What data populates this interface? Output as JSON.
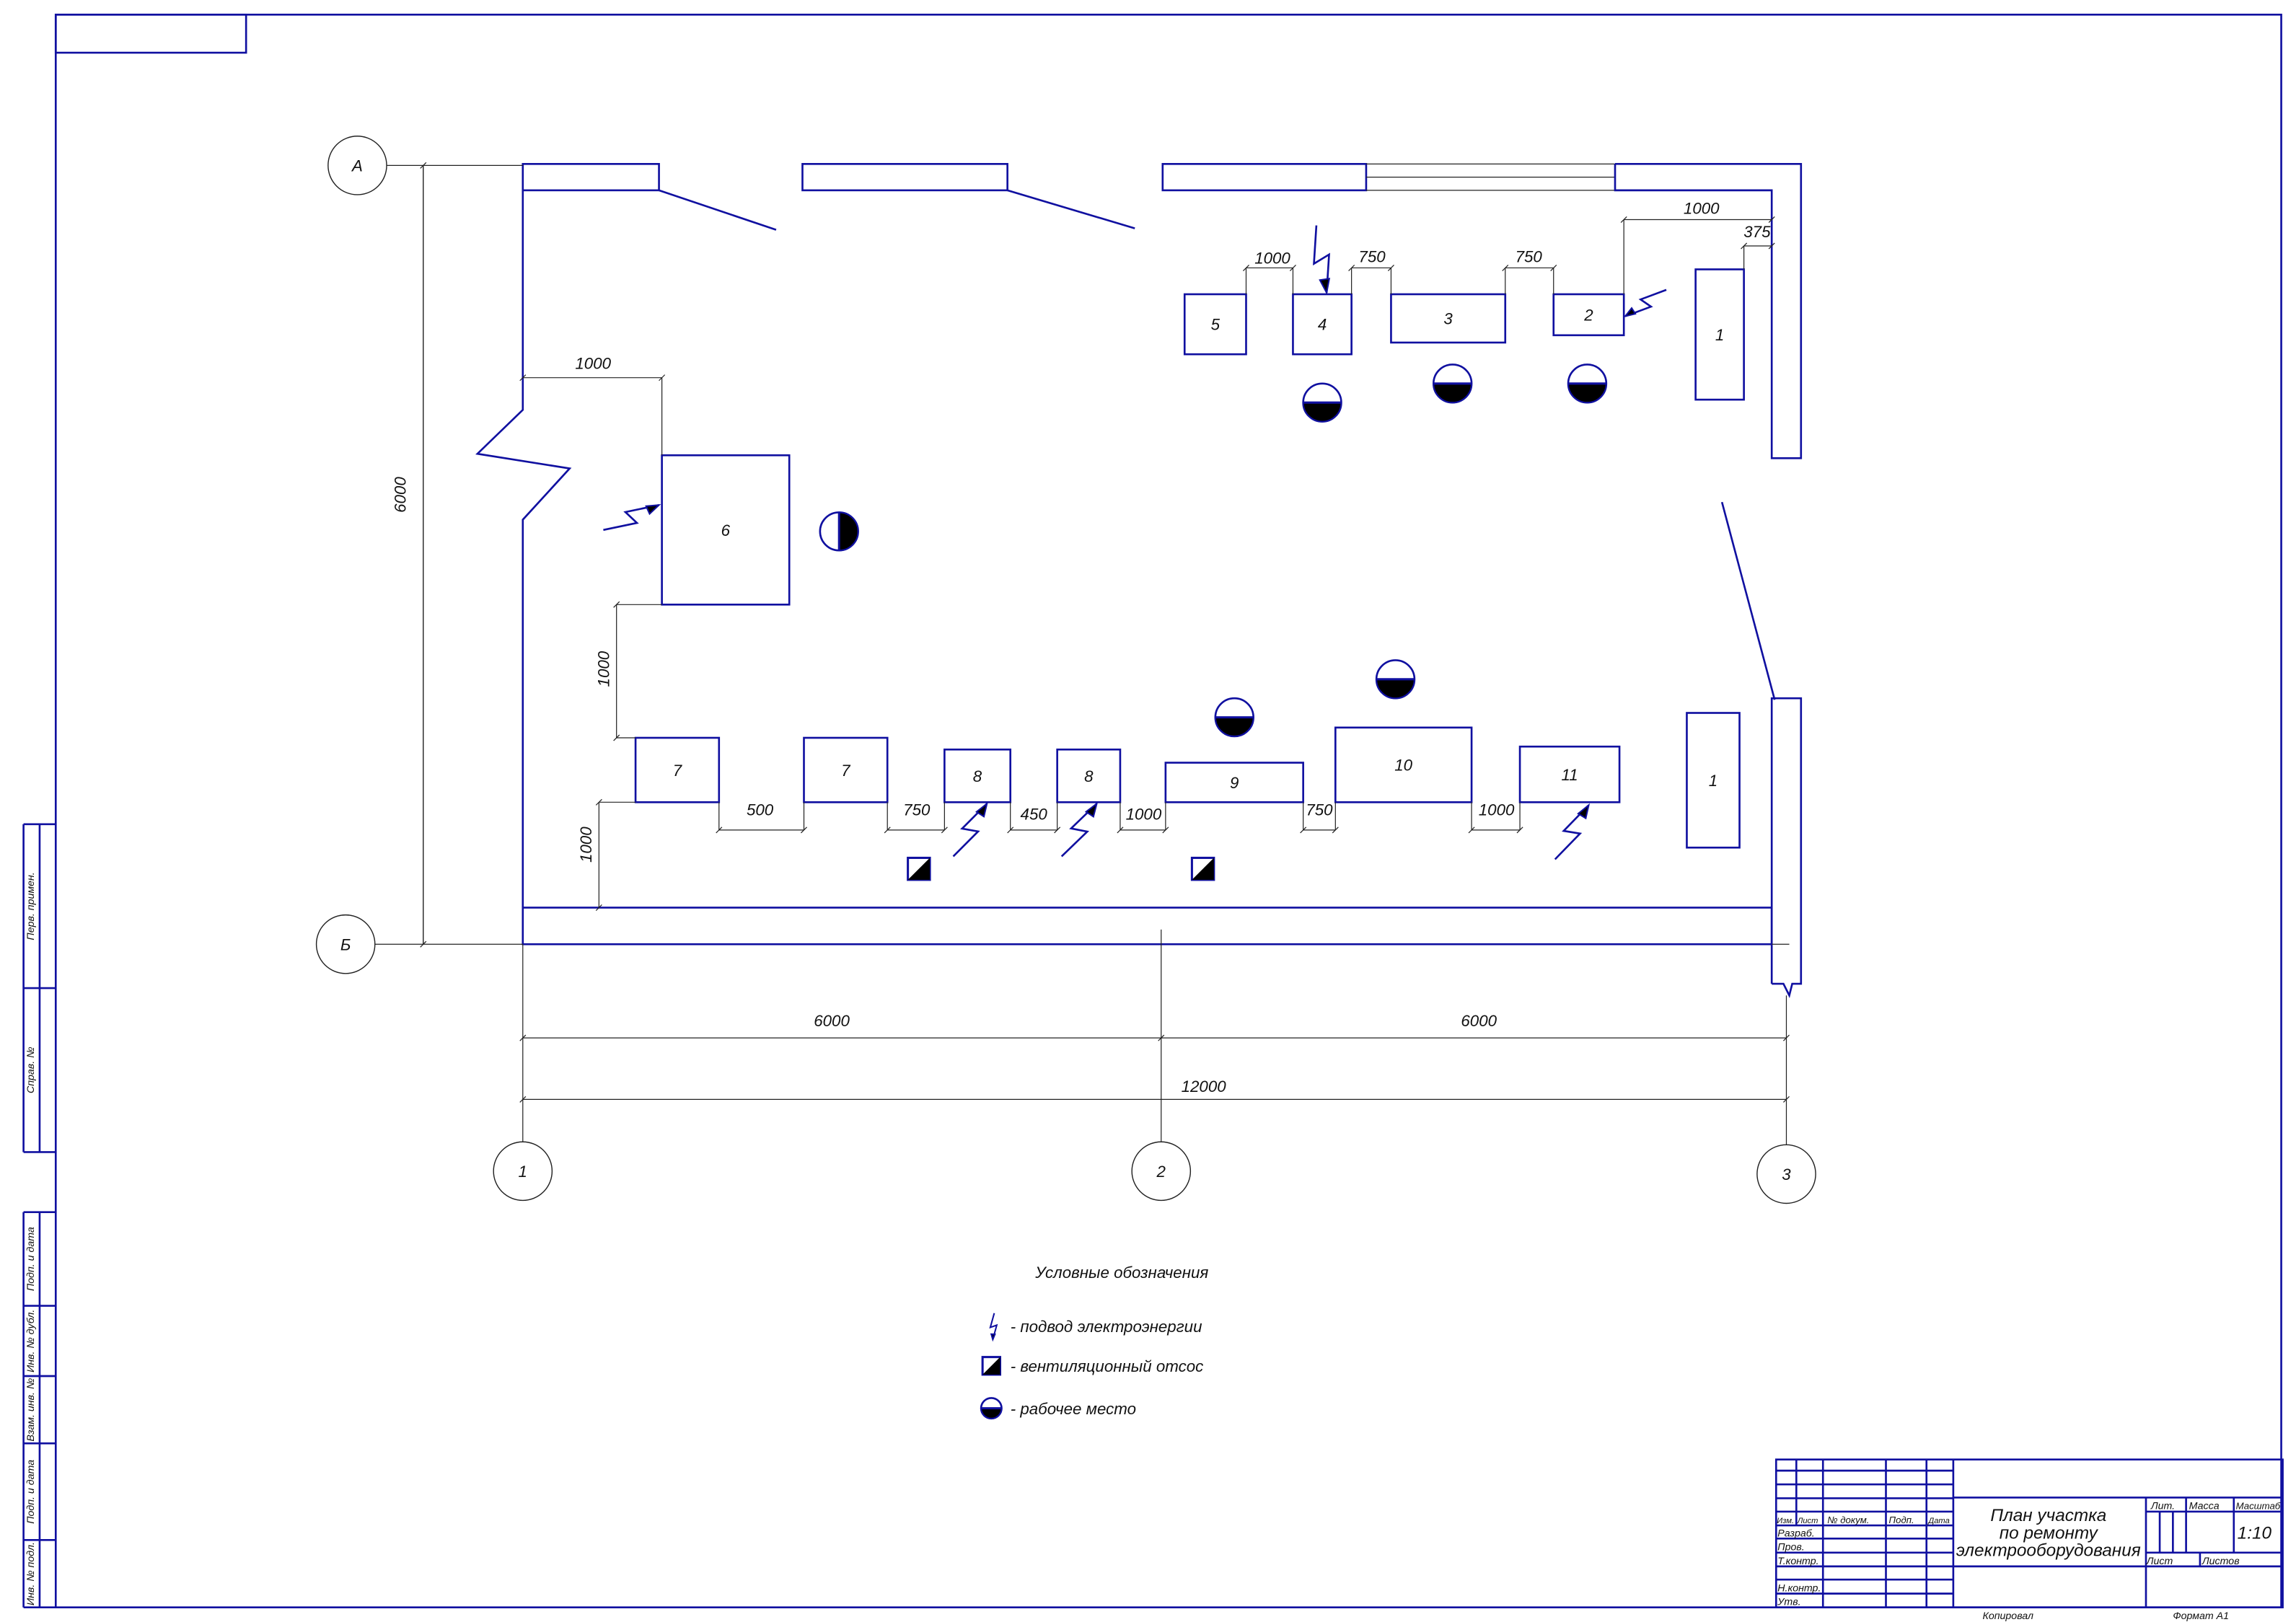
{
  "axes": {
    "A": "А",
    "B": "Б",
    "c1": "1",
    "c2": "2",
    "c3": "3"
  },
  "equipment": [
    "1",
    "2",
    "3",
    "4",
    "5",
    "6",
    "7",
    "7",
    "8",
    "8",
    "9",
    "10",
    "11",
    "1"
  ],
  "dimensions": {
    "overall_height": "6000",
    "span_1_2": "6000",
    "span_2_3": "6000",
    "total_length": "12000",
    "top": [
      "1000",
      "750",
      "750",
      "1000",
      "375"
    ],
    "left": [
      "1000",
      "1000",
      "1000"
    ],
    "bottom": [
      "500",
      "750",
      "450",
      "1000",
      "750",
      "1000"
    ]
  },
  "legend": {
    "title": "Условные обозначения",
    "items": [
      {
        "icon": "power-supply-icon",
        "label": "- подвод электроэнергии"
      },
      {
        "icon": "ventilation-icon",
        "label": "- вентиляционный отсос"
      },
      {
        "icon": "workplace-icon",
        "label": "- рабочее место"
      }
    ]
  },
  "title_block": {
    "title_lines": [
      "План участка",
      "по ремонту",
      "электрооборудования"
    ],
    "headers": {
      "izm": "Изм.",
      "list": "Лист",
      "doc": "№ докум.",
      "podp": "Подп.",
      "data": "Дата"
    },
    "roles": [
      "Разраб.",
      "Пров.",
      "Т.контр.",
      "Н.контр.",
      "Утв."
    ],
    "lit": "Лит.",
    "mass": "Масса",
    "scale_label": "Масштаб",
    "scale": "1:10",
    "sheet": "Лист",
    "sheets": "Листов",
    "copied": "Копировал",
    "format": "Формат  А1"
  },
  "side_stamps": [
    "Перв. примен.",
    "Справ. №",
    "Подп. и дата",
    "Инв. № дубл.",
    "Взам. инв. №",
    "Подп. и дата",
    "Инв. № подл."
  ],
  "colors": {
    "line": "#1010a0",
    "text": "#111111"
  }
}
